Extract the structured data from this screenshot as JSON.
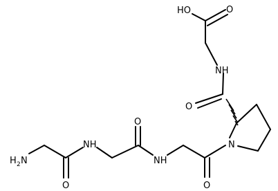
{
  "atoms": {
    "oh": "HO",
    "o_acid": "O",
    "nh_top": "NH",
    "o_pro": "O",
    "n_pro": "N",
    "o_gly3": "O",
    "nh_mid": "NH",
    "o_gly2": "O",
    "nh_left": "NH",
    "o_gly1": "O",
    "h2n_h": "H",
    "h2n_sub": "2",
    "h2n_n": "N"
  }
}
